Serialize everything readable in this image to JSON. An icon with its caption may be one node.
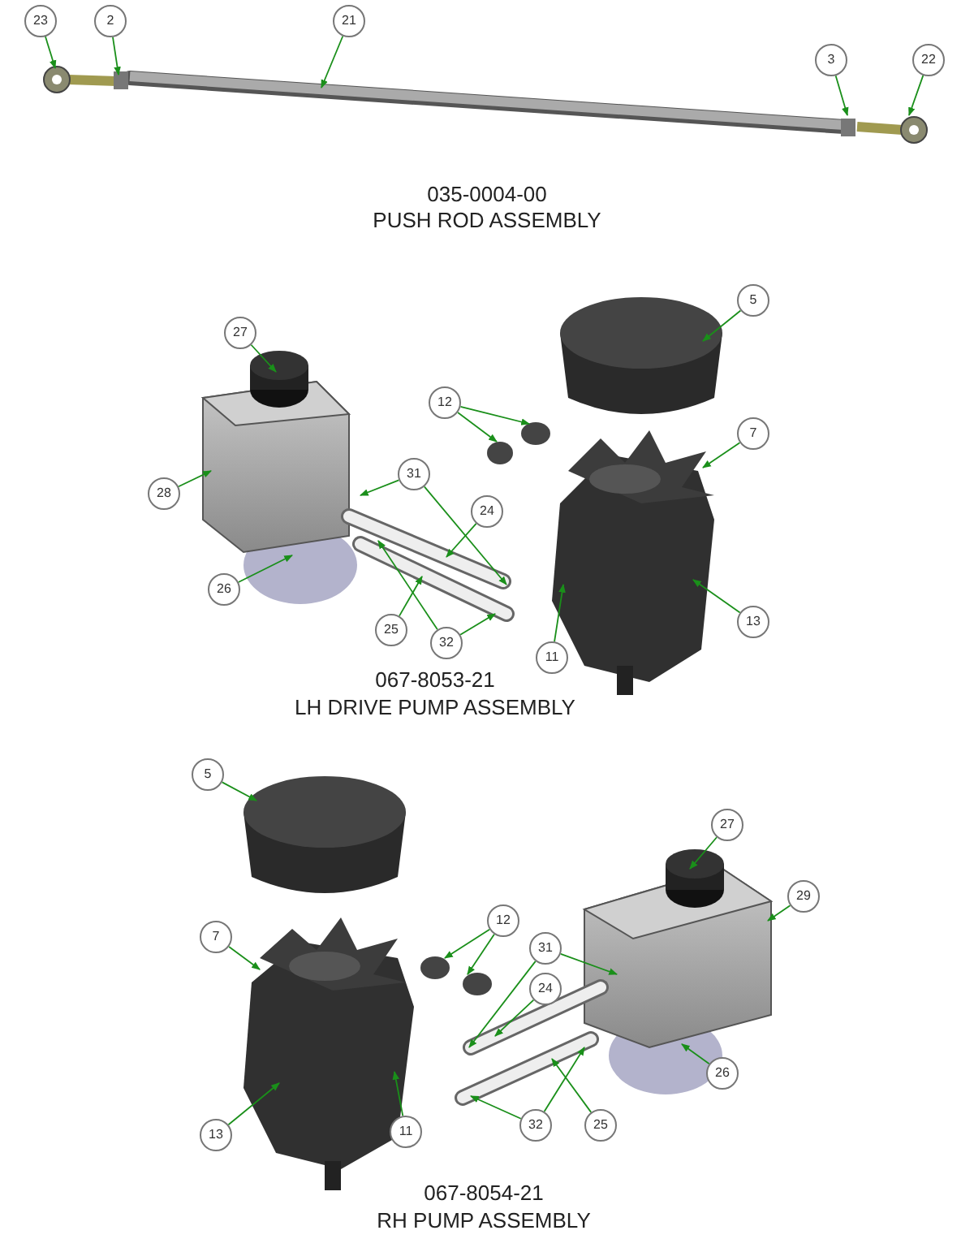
{
  "diagram": {
    "nodes": [
      {
        "text": [
          "23"
        ]
      },
      {
        "text": [
          "2"
        ]
      },
      {
        "text": [
          "21"
        ]
      },
      {
        "text": [
          "3"
        ]
      },
      {
        "text": [
          "22"
        ]
      },
      {
        "text": [
          "27"
        ]
      },
      {
        "text": [
          "5"
        ]
      },
      {
        "text": [
          "12"
        ]
      },
      {
        "text": [
          "7"
        ]
      },
      {
        "text": [
          "28"
        ]
      },
      {
        "text": [
          "31"
        ]
      },
      {
        "text": [
          "24"
        ]
      },
      {
        "text": [
          "26"
        ]
      },
      {
        "text": [
          "25"
        ]
      },
      {
        "text": [
          "32"
        ]
      },
      {
        "text": [
          "11"
        ]
      },
      {
        "text": [
          "13"
        ]
      },
      {
        "text": [
          "5"
        ]
      },
      {
        "text": [
          "27"
        ]
      },
      {
        "text": [
          "29"
        ]
      },
      {
        "text": [
          "12"
        ]
      },
      {
        "text": [
          "7"
        ]
      },
      {
        "text": [
          "31"
        ]
      },
      {
        "text": [
          "24"
        ]
      },
      {
        "text": [
          "26"
        ]
      },
      {
        "text": [
          "13"
        ]
      },
      {
        "text": [
          "11"
        ]
      },
      {
        "text": [
          "32"
        ]
      },
      {
        "text": [
          "25"
        ]
      }
    ],
    "edges": [
      {
        "from": 0,
        "to": null,
        "arrow": "to"
      },
      {
        "from": 1,
        "to": null,
        "arrow": "to"
      },
      {
        "from": 2,
        "to": null,
        "arrow": "to"
      },
      {
        "from": 3,
        "to": null,
        "arrow": "to"
      },
      {
        "from": 4,
        "to": null,
        "arrow": "to"
      },
      {
        "from": 5,
        "to": null,
        "arrow": "to"
      },
      {
        "from": 6,
        "to": null,
        "arrow": "to"
      },
      {
        "from": 7,
        "to": null,
        "arrow": "to"
      },
      {
        "from": 7,
        "to": null,
        "arrow": "to"
      },
      {
        "from": 8,
        "to": null,
        "arrow": "to"
      },
      {
        "from": 9,
        "to": null,
        "arrow": "to"
      },
      {
        "from": 10,
        "to": null,
        "arrow": "to"
      },
      {
        "from": 10,
        "to": null,
        "arrow": "to"
      },
      {
        "from": 11,
        "to": null,
        "arrow": "to"
      },
      {
        "from": 12,
        "to": null,
        "arrow": "to"
      },
      {
        "from": 13,
        "to": null,
        "arrow": "to"
      },
      {
        "from": 14,
        "to": null,
        "arrow": "to"
      },
      {
        "from": 14,
        "to": null,
        "arrow": "to"
      },
      {
        "from": 15,
        "to": null,
        "arrow": "to"
      },
      {
        "from": 16,
        "to": null,
        "arrow": "to"
      },
      {
        "from": 17,
        "to": null,
        "arrow": "to"
      },
      {
        "from": 18,
        "to": null,
        "arrow": "to"
      },
      {
        "from": 19,
        "to": null,
        "arrow": "to"
      },
      {
        "from": 20,
        "to": null,
        "arrow": "to"
      },
      {
        "from": 20,
        "to": null,
        "arrow": "to"
      },
      {
        "from": 21,
        "to": null,
        "arrow": "to"
      },
      {
        "from": 22,
        "to": null,
        "arrow": "to"
      },
      {
        "from": 22,
        "to": null,
        "arrow": "to"
      },
      {
        "from": 23,
        "to": null,
        "arrow": "to"
      },
      {
        "from": 24,
        "to": null,
        "arrow": "to"
      },
      {
        "from": 25,
        "to": null,
        "arrow": "to"
      },
      {
        "from": 26,
        "to": null,
        "arrow": "to"
      },
      {
        "from": 27,
        "to": null,
        "arrow": "to"
      },
      {
        "from": 27,
        "to": null,
        "arrow": "to"
      },
      {
        "from": 28,
        "to": null,
        "arrow": "to"
      }
    ],
    "labels": [
      "035-0004-00",
      "PUSH ROD ASSEMBLY",
      "067-8053-21",
      "LH DRIVE PUMP ASSEMBLY",
      "067-8054-21",
      "RH PUMP ASSEMBLY"
    ]
  }
}
